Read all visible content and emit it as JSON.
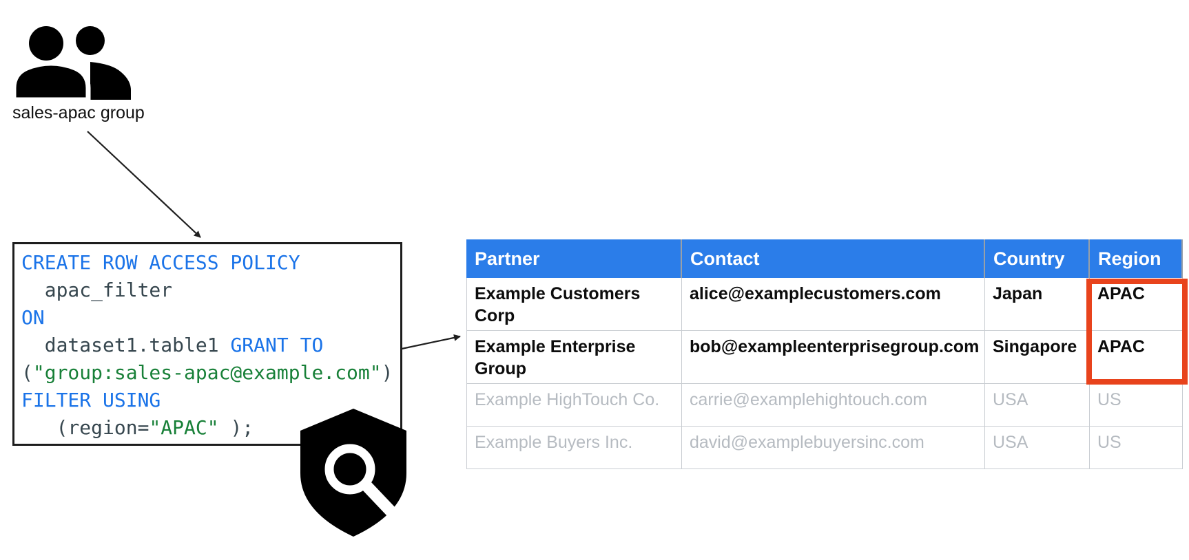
{
  "group": {
    "label": "sales-apac group",
    "icon": "people-group-icon"
  },
  "code": {
    "lines": [
      [
        {
          "t": "CREATE ROW ACCESS POLICY",
          "c": "kw"
        }
      ],
      [
        {
          "t": "  apac_filter",
          "c": "plain"
        }
      ],
      [
        {
          "t": "ON",
          "c": "kw"
        }
      ],
      [
        {
          "t": "  dataset1.table1 ",
          "c": "plain"
        },
        {
          "t": "GRANT TO",
          "c": "kw"
        }
      ],
      [
        {
          "t": "(",
          "c": "plain"
        },
        {
          "t": "\"group:sales-apac@example.com\"",
          "c": "str"
        },
        {
          "t": ")",
          "c": "plain"
        }
      ],
      [
        {
          "t": "FILTER USING",
          "c": "kw"
        }
      ],
      [
        {
          "t": "   (region=",
          "c": "plain"
        },
        {
          "t": "\"APAC\"",
          "c": "str"
        },
        {
          "t": " );",
          "c": "plain"
        }
      ]
    ]
  },
  "shield": {
    "icon": "shield-search-icon"
  },
  "table": {
    "columns": [
      "Partner",
      "Contact",
      "Country",
      "Region"
    ],
    "rows": [
      {
        "access": "granted",
        "cells": [
          "Example Customers Corp",
          "alice@examplecustomers.com",
          "Japan",
          "APAC"
        ]
      },
      {
        "access": "granted",
        "cells": [
          "Example Enterprise Group",
          "bob@exampleenterprisegroup.com",
          "Singapore",
          "APAC"
        ]
      },
      {
        "access": "filtered",
        "cells": [
          "Example HighTouch Co.",
          "carrie@examplehightouch.com",
          "USA",
          "US"
        ]
      },
      {
        "access": "filtered",
        "cells": [
          "Example Buyers Inc.",
          "david@examplebuyersinc.com",
          "USA",
          "US"
        ]
      }
    ]
  },
  "colors": {
    "header_bg": "#2b7de9",
    "highlight": "#e8431c",
    "keyword": "#1a73e8",
    "string": "#188038",
    "code_plain": "#37474f",
    "muted_row": "#b6bbc1"
  }
}
